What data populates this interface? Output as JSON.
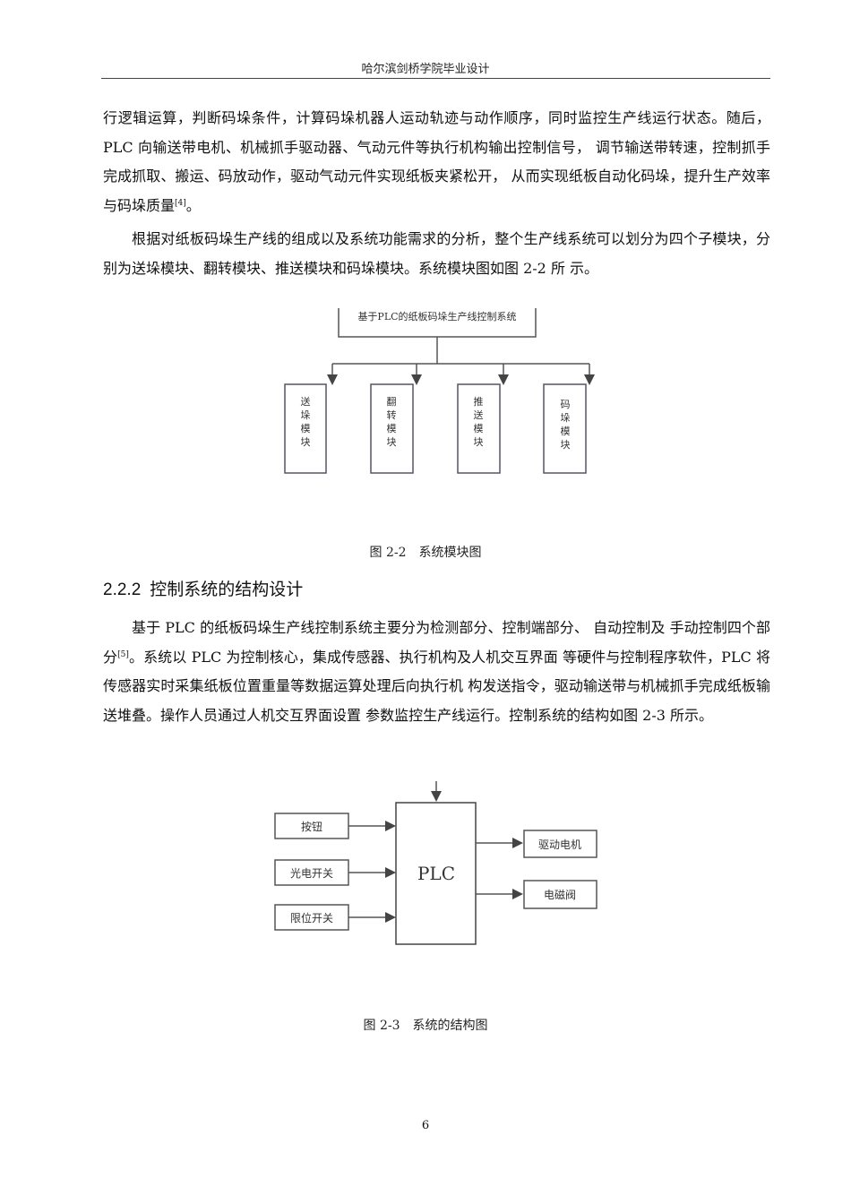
{
  "header": {
    "title": "哈尔滨剑桥学院毕业设计"
  },
  "body": {
    "para1": "行逻辑运算，判断码垛条件，计算码垛机器人运动轨迹与动作顺序，同时监控生产线运行状态。随后，PLC 向输送带电机、机械抓手驱动器、气动元件等执行机构输出控制信号， 调节输送带转速，控制抓手完成抓取、搬运、码放动作，驱动气动元件实现纸板夹紧松开， 从而实现纸板自动化码垛，提升生产效率与码垛质量",
    "para1_ref": "[4]",
    "para1_end": "。",
    "para2": "根据对纸板码垛生产线的组成以及系统功能需求的分析，整个生产线系统可以划分为四个子模块，分别为送垛模块、翻转模块、推送模块和码垛模块。系统模块图如图 2-2 所 示。",
    "para3a": "基于 PLC 的纸板码垛生产线控制系统主要分为检测部分、控制端部分、 自动控制及 手动控制四个部分",
    "para3_ref": "[5]",
    "para3b": "。系统以 PLC 为控制核心，集成传感器、执行机构及人机交互界面 等硬件与控制程序软件，PLC 将传感器实时采集纸板位置重量等数据运算处理后向执行机 构发送指令，驱动输送带与机械抓手完成纸板输送堆叠。操作人员通过人机交互界面设置 参数监控生产线运行。控制系统的结构如图 2-3 所示。"
  },
  "fig22": {
    "root": "基于PLC的纸板码垛生产线控制系统",
    "modules": [
      [
        "送",
        "垛",
        "模",
        "块"
      ],
      [
        "翻",
        "转",
        "模",
        "块"
      ],
      [
        "推",
        "送",
        "模",
        "块"
      ],
      [
        "码",
        "垛",
        "模",
        "块"
      ]
    ],
    "caption": "图 2-2　系统模块图"
  },
  "section": {
    "number": "2.2.2",
    "title": "控制系统的结构设计"
  },
  "fig23": {
    "center": "PLC",
    "inputs": [
      "按钮",
      "光电开关",
      "限位开关"
    ],
    "outputs": [
      "驱动电机",
      "电磁阀"
    ],
    "caption": "图 2-3　系统的结构图"
  },
  "page_number": "6"
}
